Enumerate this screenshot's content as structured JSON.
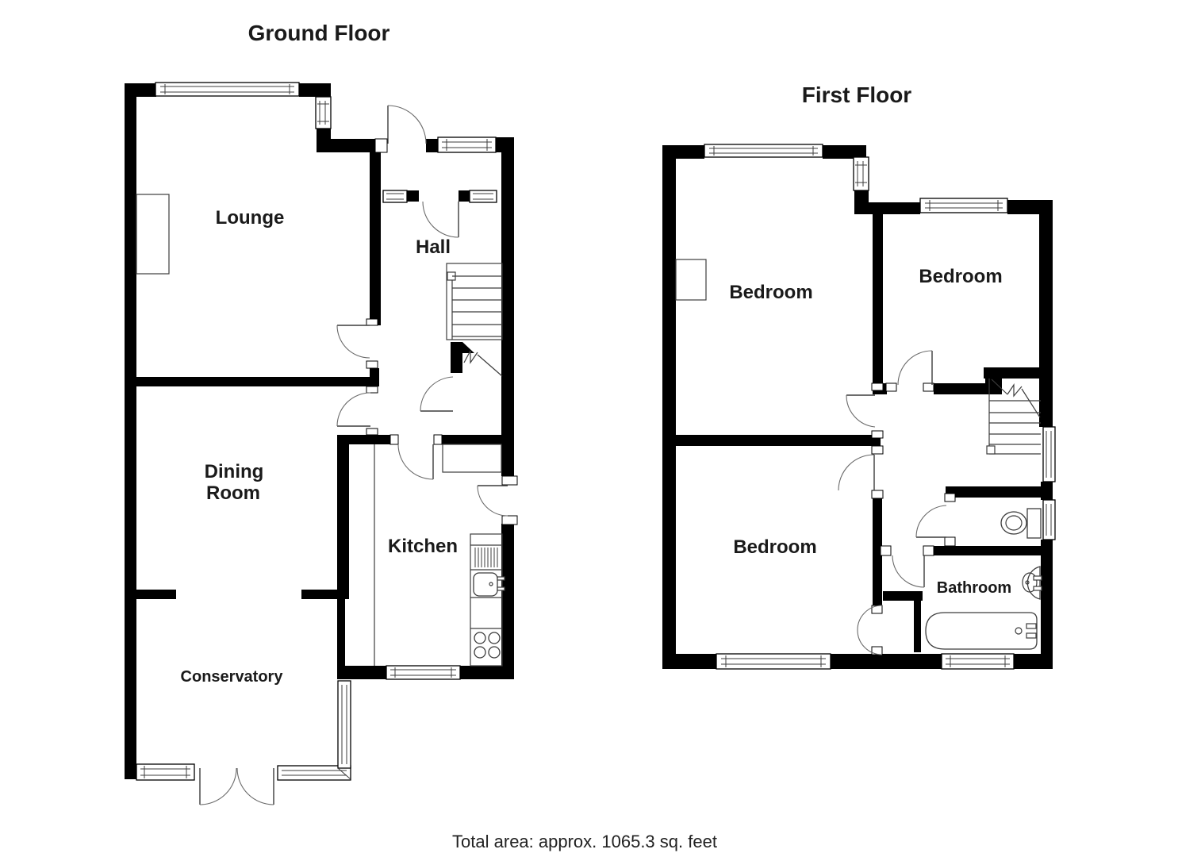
{
  "ground_floor": {
    "title": "Ground Floor",
    "rooms": {
      "lounge": "Lounge",
      "hall": "Hall",
      "dining_line1": "Dining",
      "dining_line2": "Room",
      "kitchen": "Kitchen",
      "conservatory": "Conservatory"
    }
  },
  "first_floor": {
    "title": "First Floor",
    "rooms": {
      "bedroom_master": "Bedroom",
      "bedroom_rear": "Bedroom",
      "bedroom_front": "Bedroom",
      "bathroom": "Bathroom"
    }
  },
  "footer": {
    "total_area": "Total area: approx. 1065.3 sq. feet"
  },
  "colors": {
    "wall": "#000000",
    "background": "#ffffff",
    "thin_line": "#3c3c3c"
  }
}
